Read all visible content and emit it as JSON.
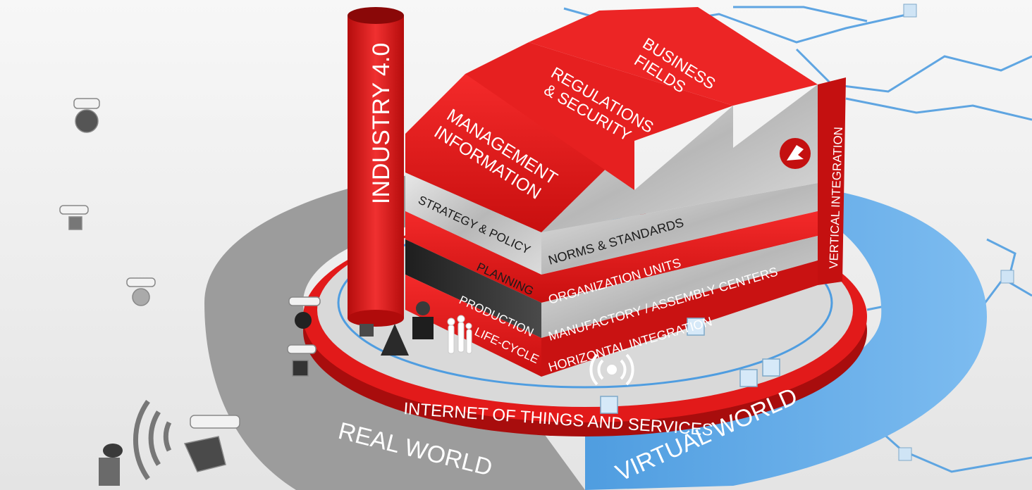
{
  "tower": {
    "label": "INDUSTRY 4.0"
  },
  "roofs": {
    "management": {
      "line1": "MANAGEMENT",
      "line2": "INFORMATION"
    },
    "regulations": {
      "line1": "REGULATIONS",
      "line2": "& SECURITY"
    },
    "business": {
      "line1": "BUSINESS",
      "line2": "FIELDS"
    }
  },
  "left_bands": {
    "strategy": "STRATEGY & POLICY",
    "planning": "PLANNING",
    "production": "PRODUCTION",
    "lifecycle": "LIFE-CYCLE"
  },
  "right_bands": {
    "norms": "NORMS & STANDARDS",
    "organization": "ORGANIZATION UNITS",
    "manufactory": "MANUFACTORY / ASSEMBLY CENTERS",
    "horizontal": "HORIZONTAL INTEGRATION"
  },
  "side": {
    "vertical": "VERTICAL INTEGRATION"
  },
  "platform": {
    "iot": "INTERNET OF THINGS AND SERVICES"
  },
  "worlds": {
    "real": "REAL WORLD",
    "virtual": "VIRTUAL WORLD"
  },
  "colors": {
    "red": "#e21a1a",
    "dark_red": "#a80d0d",
    "silver": "#c9c9c9",
    "blue": "#5aa6e6",
    "grey_ring": "#9a9a9a"
  }
}
